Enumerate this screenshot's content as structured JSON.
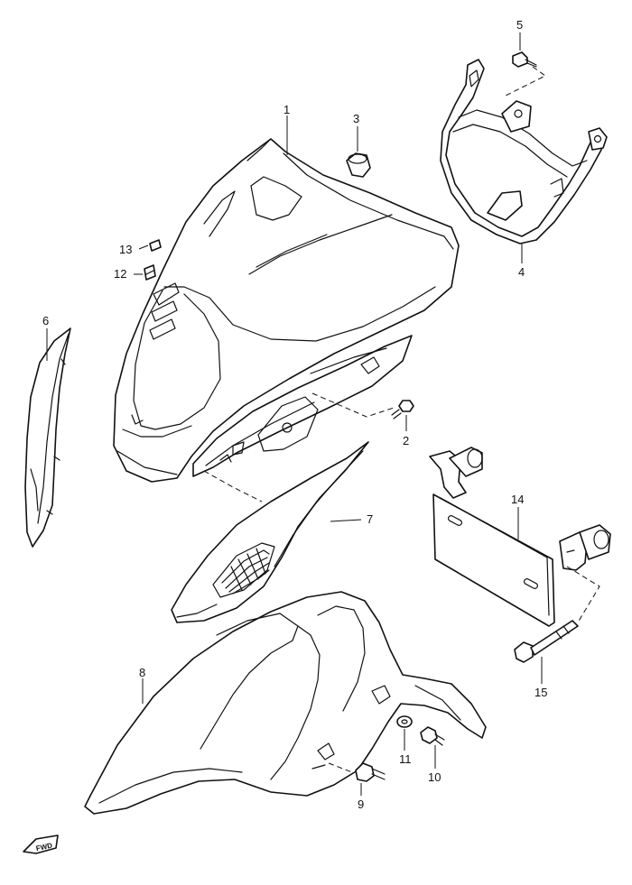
{
  "diagram": {
    "callouts": [
      {
        "id": "1",
        "part": "front-cowling"
      },
      {
        "id": "2",
        "part": "cowling-screw"
      },
      {
        "id": "3",
        "part": "cowling-grommet"
      },
      {
        "id": "4",
        "part": "cowling-brace"
      },
      {
        "id": "5",
        "part": "brace-bolt"
      },
      {
        "id": "6",
        "part": "side-cover"
      },
      {
        "id": "7",
        "part": "lower-cover"
      },
      {
        "id": "8",
        "part": "front-fender"
      },
      {
        "id": "9",
        "part": "fender-bolt"
      },
      {
        "id": "10",
        "part": "fender-screw"
      },
      {
        "id": "11",
        "part": "fender-washer"
      },
      {
        "id": "12",
        "part": "clip"
      },
      {
        "id": "13",
        "part": "cushion"
      },
      {
        "id": "14",
        "part": "number-plate-bracket"
      },
      {
        "id": "15",
        "part": "bracket-bolt"
      }
    ],
    "fwd_badge": "FWD"
  }
}
